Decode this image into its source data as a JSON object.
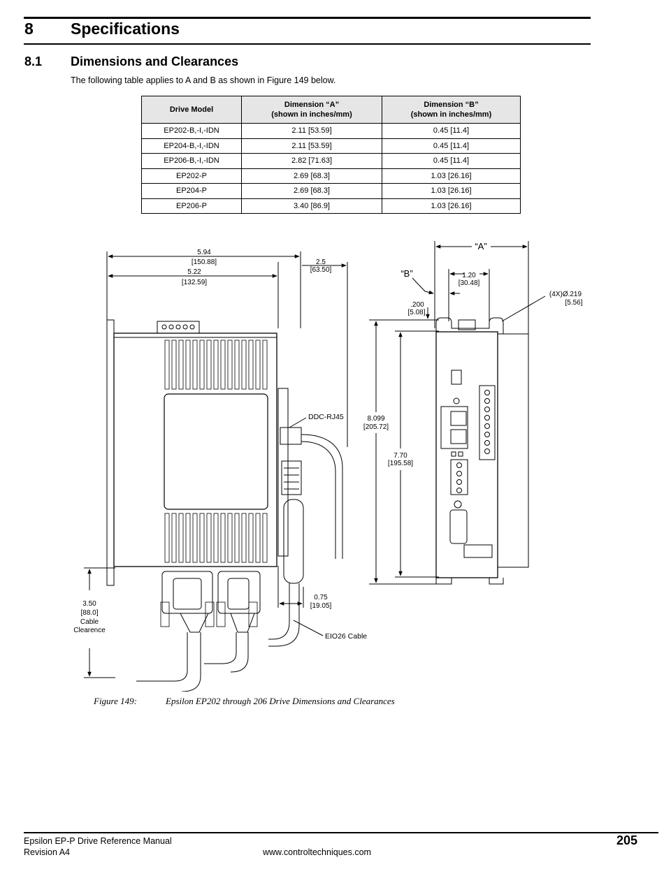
{
  "section": {
    "number": "8",
    "title": "Specifications"
  },
  "subsection": {
    "number": "8.1",
    "title": "Dimensions and Clearances"
  },
  "intro": "The following table applies to A and B as shown in Figure 149 below.",
  "table": {
    "headers": [
      [
        "Drive Model"
      ],
      [
        "Dimension “A”",
        "(shown in inches/mm)"
      ],
      [
        "Dimension “B”",
        "(shown in inches/mm)"
      ]
    ],
    "rows": [
      [
        "EP202-B,-I,-IDN",
        "2.11 [53.59]",
        "0.45 [11.4]"
      ],
      [
        "EP204-B,-I,-IDN",
        "2.11 [53.59]",
        "0.45 [11.4]"
      ],
      [
        "EP206-B,-I,-IDN",
        "2.82 [71.63]",
        "0.45 [11.4]"
      ],
      [
        "EP202-P",
        "2.69 [68.3]",
        "1.03 [26.16]"
      ],
      [
        "EP204-P",
        "2.69 [68.3]",
        "1.03 [26.16]"
      ],
      [
        "EP206-P",
        "3.40 [86.9]",
        "1.03 [26.16]"
      ]
    ]
  },
  "figure": {
    "dims": {
      "w594": "5.94",
      "w594mm": "[150.88]",
      "w522": "5.22",
      "w522mm": "[132.59]",
      "w25": "2.5",
      "w25mm": "[63.50]",
      "A": "“A”",
      "B": "“B”",
      "w120": "1.20",
      "w120mm": "[30.48]",
      "hole": "(4X)Ø.219",
      "holemm": "[5.56]",
      "d200": ".200",
      "d200mm": "[5.08]",
      "h8099": "8.099",
      "h8099mm": "[205.72]",
      "h770": "7.70",
      "h770mm": "[195.58]",
      "c350": "3.50",
      "c350mm": "[88.0]",
      "c350a": "Cable",
      "c350b": "Clearence",
      "d075": "0.75",
      "d075mm": "[19.05]"
    },
    "labels": {
      "rj45": "DDC-RJ45",
      "eio": "EIO26 Cable"
    },
    "caption_num": "Figure 149:",
    "caption_text": "Epsilon EP202 through 206 Drive Dimensions and Clearances"
  },
  "footer": {
    "title": "Epsilon EP-P Drive Reference Manual",
    "revision": "Revision A4",
    "url": "www.controltechniques.com",
    "page": "205"
  }
}
